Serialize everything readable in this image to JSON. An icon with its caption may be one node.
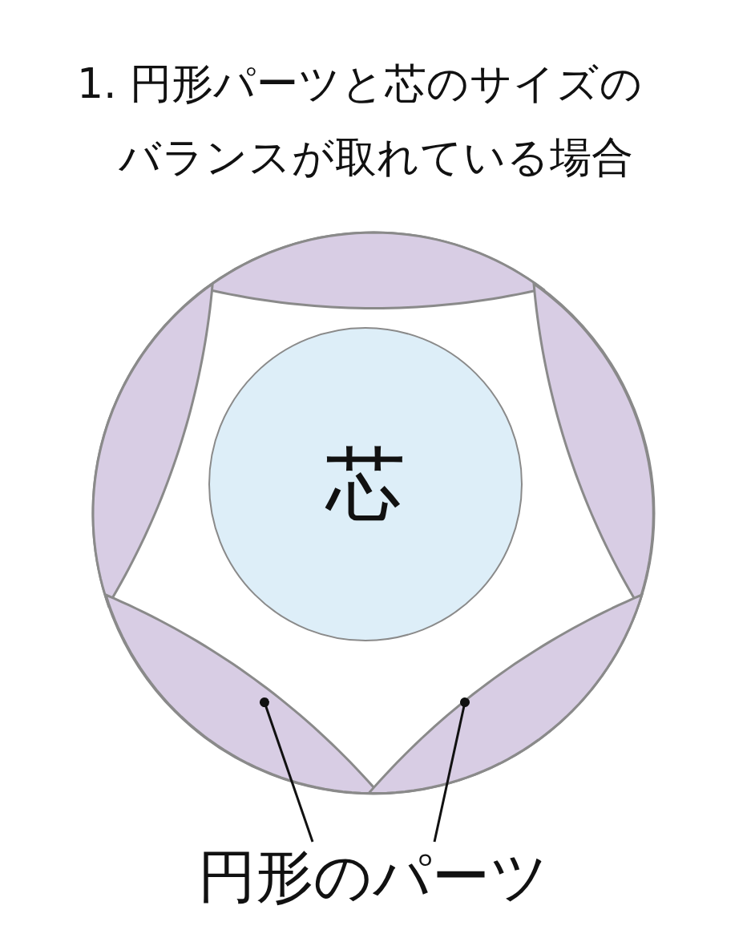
{
  "diagram": {
    "title": "1. 円形パーツと芯のサイズのバランスが取れている場合",
    "nodes": [
      {
        "text": [
          "芯"
        ]
      },
      {
        "text": [],
        "shape": "lens"
      },
      {
        "text": [],
        "shape": "lens"
      },
      {
        "text": [],
        "shape": "lens"
      },
      {
        "text": [],
        "shape": "lens"
      },
      {
        "text": [],
        "shape": "lens"
      },
      {
        "text": [
          "円形のパーツ"
        ]
      }
    ],
    "edges": [
      {
        "from": 6,
        "to": 4,
        "arrow": "other"
      },
      {
        "from": 6,
        "to": 5,
        "arrow": "other"
      }
    ]
  }
}
